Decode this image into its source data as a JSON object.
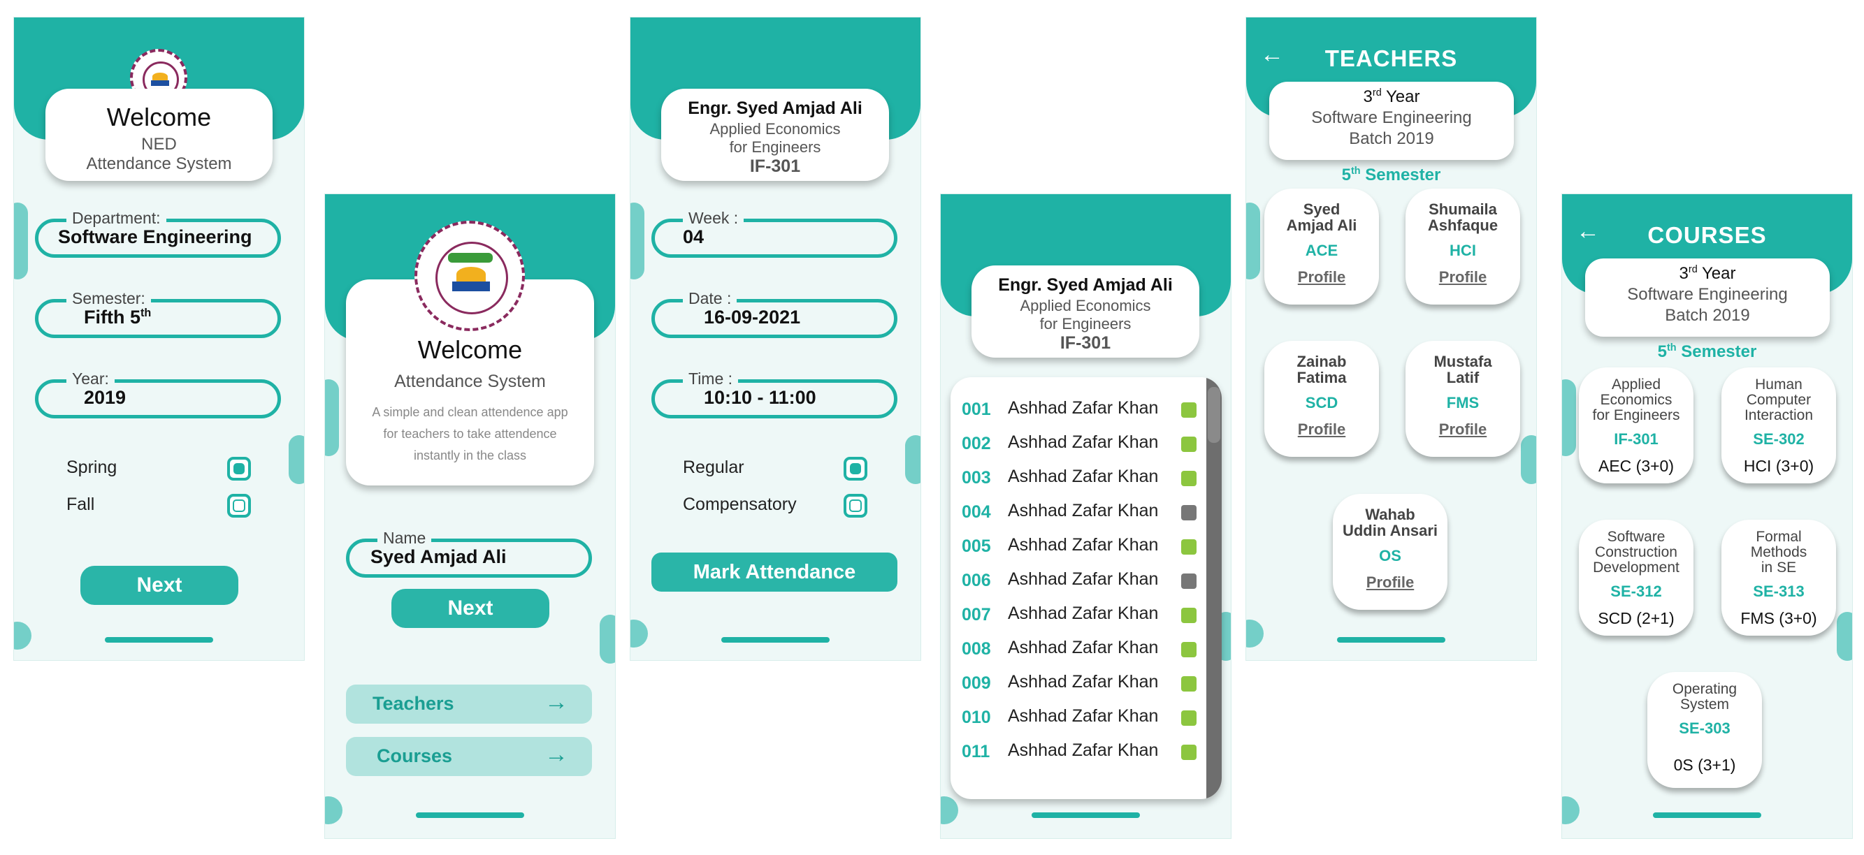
{
  "colors": {
    "teal": "#1fb2a5",
    "present": "#8cc63f",
    "absent": "#777777",
    "light_teal": "#74cfc8"
  },
  "screen1": {
    "welcome": "Welcome",
    "org": "NED",
    "app": "Attendance System",
    "department": {
      "label": "Department:",
      "value": "Software Engineering"
    },
    "semester": {
      "label": "Semester:",
      "value": "Fifth 5",
      "sup": "th"
    },
    "year": {
      "label": "Year:",
      "value": "2019"
    },
    "options": [
      {
        "label": "Spring",
        "checked": true
      },
      {
        "label": "Fall",
        "checked": false
      }
    ],
    "next": "Next"
  },
  "screen2": {
    "welcome": "Welcome",
    "app": "Attendance System",
    "tagline": "A simple and clean attendence app for teachers to take attendence instantly in the class",
    "name": {
      "label": "Name",
      "value": "Syed Amjad Ali"
    },
    "next": "Next",
    "nav": [
      {
        "label": "Teachers",
        "icon": "arrow-right-icon"
      },
      {
        "label": "Courses",
        "icon": "arrow-right-icon"
      }
    ]
  },
  "screen3": {
    "teacher": "Engr. Syed Amjad Ali",
    "course_line1": "Applied Economics",
    "course_line2": "for Engineers",
    "course_code": "IF-301",
    "week": {
      "label": "Week :",
      "value": "04"
    },
    "date": {
      "label": "Date :",
      "value": "16-09-2021"
    },
    "time": {
      "label": "Time :",
      "value": "10:10 - 11:00"
    },
    "options": [
      {
        "label": "Regular",
        "checked": true
      },
      {
        "label": "Compensatory",
        "checked": false
      }
    ],
    "mark": "Mark Attendance"
  },
  "screen4": {
    "teacher": "Engr. Syed Amjad Ali",
    "course_line1": "Applied Economics",
    "course_line2": "for Engineers",
    "course_code": "IF-301",
    "students": [
      {
        "num": "001",
        "name": "Ashhad Zafar Khan",
        "present": true
      },
      {
        "num": "002",
        "name": "Ashhad Zafar Khan",
        "present": true
      },
      {
        "num": "003",
        "name": "Ashhad Zafar Khan",
        "present": true
      },
      {
        "num": "004",
        "name": "Ashhad Zafar Khan",
        "present": false
      },
      {
        "num": "005",
        "name": "Ashhad Zafar Khan",
        "present": true
      },
      {
        "num": "006",
        "name": "Ashhad Zafar Khan",
        "present": false
      },
      {
        "num": "007",
        "name": "Ashhad Zafar Khan",
        "present": true
      },
      {
        "num": "008",
        "name": "Ashhad Zafar Khan",
        "present": true
      },
      {
        "num": "009",
        "name": "Ashhad Zafar Khan",
        "present": true
      },
      {
        "num": "010",
        "name": "Ashhad Zafar Khan",
        "present": true
      },
      {
        "num": "011",
        "name": "Ashhad Zafar Khan",
        "present": true
      }
    ]
  },
  "screen5": {
    "title": "TEACHERS",
    "year": "3",
    "year_sup": "rd",
    "year_word": "Year",
    "program": "Software Engineering",
    "batch": "Batch 2019",
    "semester": "5",
    "semester_sup": "th",
    "semester_word": "Semester",
    "teachers": [
      {
        "line1": "Syed",
        "line2": "Amjad Ali",
        "code": "ACE",
        "profile": "Profile"
      },
      {
        "line1": "Shumaila",
        "line2": "Ashfaque",
        "code": "HCI",
        "profile": "Profile"
      },
      {
        "line1": "Zainab",
        "line2": "Fatima",
        "code": "SCD",
        "profile": "Profile"
      },
      {
        "line1": "Mustafa",
        "line2": "Latif",
        "code": "FMS",
        "profile": "Profile"
      },
      {
        "line1": "Wahab",
        "line2": "Uddin Ansari",
        "code": "OS",
        "profile": "Profile"
      }
    ]
  },
  "screen6": {
    "title": "COURSES",
    "year": "3",
    "year_sup": "rd",
    "year_word": "Year",
    "program": "Software Engineering",
    "batch": "Batch 2019",
    "semester": "5",
    "semester_sup": "th",
    "semester_word": "Semester",
    "courses": [
      {
        "lines": [
          "Applied",
          "Economics",
          "for Engineers"
        ],
        "code": "IF-301",
        "credit": "AEC (3+0)"
      },
      {
        "lines": [
          "Human",
          "Computer",
          "Interaction"
        ],
        "code": "SE-302",
        "credit": "HCI (3+0)"
      },
      {
        "lines": [
          "Software",
          "Construction",
          "Development"
        ],
        "code": "SE-312",
        "credit": "SCD (2+1)"
      },
      {
        "lines": [
          "Formal",
          "Methods",
          "in SE"
        ],
        "code": "SE-313",
        "credit": "FMS (3+0)"
      },
      {
        "lines": [
          "Operating",
          "System"
        ],
        "code": "SE-303",
        "credit": "0S (3+1)"
      }
    ]
  }
}
